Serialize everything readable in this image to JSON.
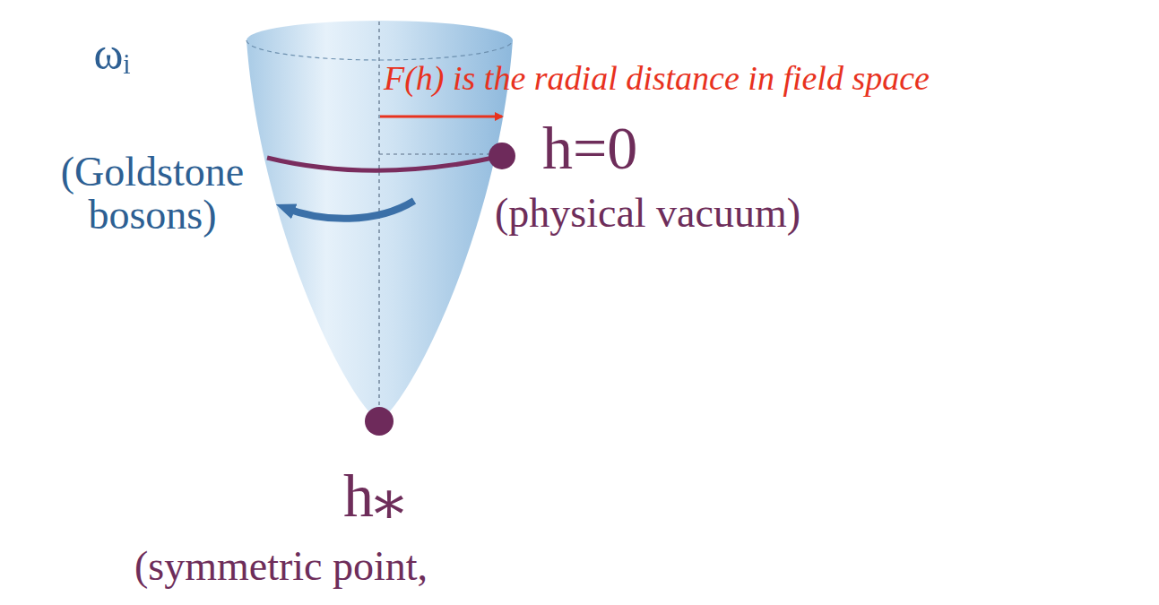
{
  "diagram": {
    "labels": [
      "F(h) is the radial distance in field space",
      "ωᵢ",
      "(Goldstone bosons)",
      "h=0",
      "(physical vacuum)",
      "h⁎",
      "(symmetric point,"
    ]
  }
}
